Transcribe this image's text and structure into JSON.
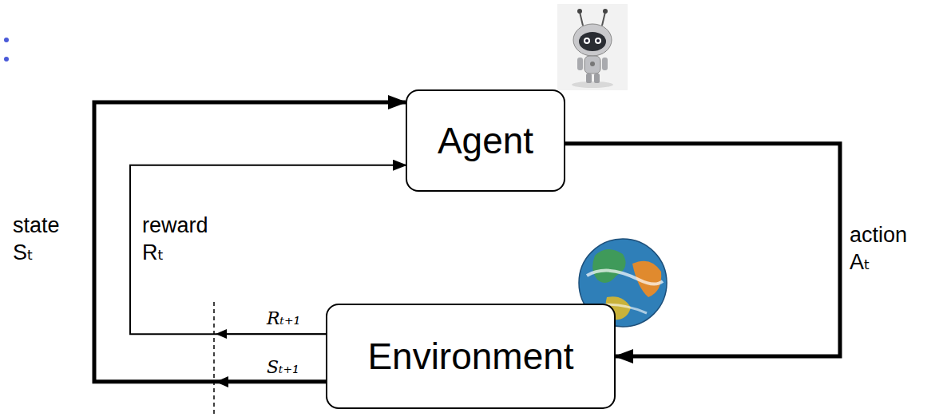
{
  "diagram": {
    "nodes": [
      {
        "text": [
          "Agent"
        ]
      },
      {
        "text": [
          "Environment"
        ]
      }
    ],
    "edges": [
      {
        "from": 0,
        "to": 1,
        "arrow": "to",
        "label": "action Aₜ"
      },
      {
        "from": 1,
        "to": 0,
        "arrow": "to",
        "label": "reward Rₜ"
      },
      {
        "from": 1,
        "to": 0,
        "arrow": "to",
        "label": "state Sₜ"
      }
    ],
    "labels": [
      "Rₜ₊₁",
      "Sₜ₊₁"
    ]
  }
}
